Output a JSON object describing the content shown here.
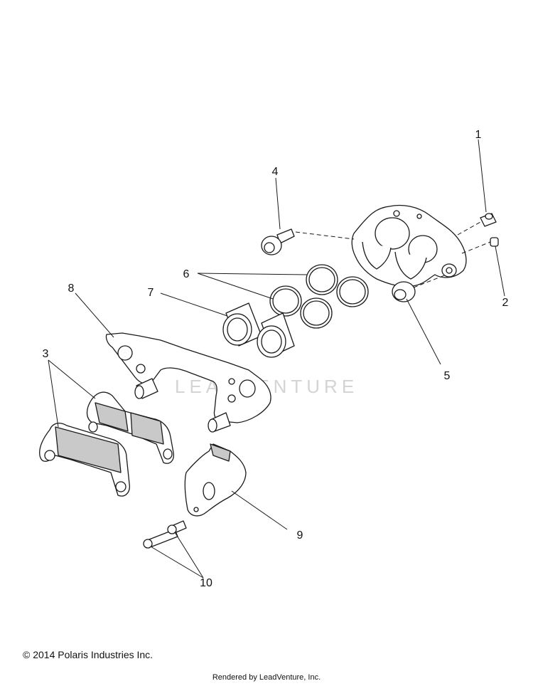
{
  "diagram": {
    "callouts": [
      "1",
      "2",
      "3",
      "4",
      "5",
      "6",
      "7",
      "8",
      "9",
      "10"
    ],
    "watermark": "LEADVENTURE"
  },
  "footer": {
    "copyright": "© 2014 Polaris Industries Inc.",
    "rendered_by": "Rendered by LeadVenture, Inc."
  }
}
